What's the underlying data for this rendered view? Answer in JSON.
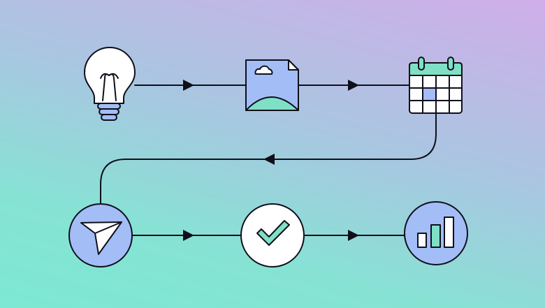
{
  "diagram": {
    "type": "process-flow",
    "steps": [
      {
        "id": "idea",
        "icon": "lightbulb-icon"
      },
      {
        "id": "design",
        "icon": "image-document-icon"
      },
      {
        "id": "schedule",
        "icon": "calendar-icon"
      },
      {
        "id": "send",
        "icon": "paper-plane-icon"
      },
      {
        "id": "approve",
        "icon": "checkmark-icon"
      },
      {
        "id": "analyze",
        "icon": "bar-chart-icon"
      }
    ],
    "colors": {
      "ink": "#0f0f1a",
      "blue": "#a3bdf7",
      "mint": "#7fe0c6",
      "white": "#ffffff",
      "gradient_start": "#7de8d3",
      "gradient_end": "#d0aee9"
    }
  }
}
